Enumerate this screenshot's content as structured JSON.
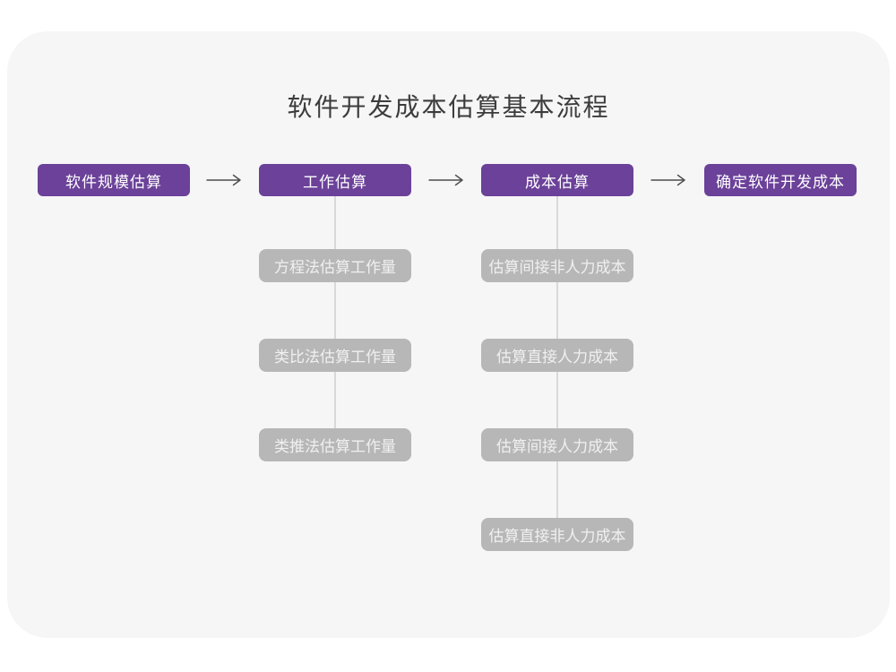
{
  "title": "软件开发成本估算基本流程",
  "flow": {
    "steps": [
      {
        "label": "软件规模估算",
        "substeps": []
      },
      {
        "label": "工作估算",
        "substeps": [
          "方程法估算工作量",
          "类比法估算工作量",
          "类推法估算工作量"
        ]
      },
      {
        "label": "成本估算",
        "substeps": [
          "估算间接非人力成本",
          "估算直接人力成本",
          "估算间接人力成本",
          "估算直接非人力成本"
        ]
      },
      {
        "label": "确定软件开发成本",
        "substeps": []
      }
    ]
  },
  "icons": {
    "arrow_right": "arrow-right"
  },
  "colors": {
    "page_bg": "#ffffff",
    "card_bg": "#f6f6f7",
    "step_bg": "#6b4199",
    "step_text": "#ffffff",
    "substep_bg": "#b7b7b7",
    "substep_text": "#f0f0f0",
    "title_text": "#3c3c3c",
    "arrow": "#4d4d4d",
    "connector": "#d9d9d9"
  }
}
